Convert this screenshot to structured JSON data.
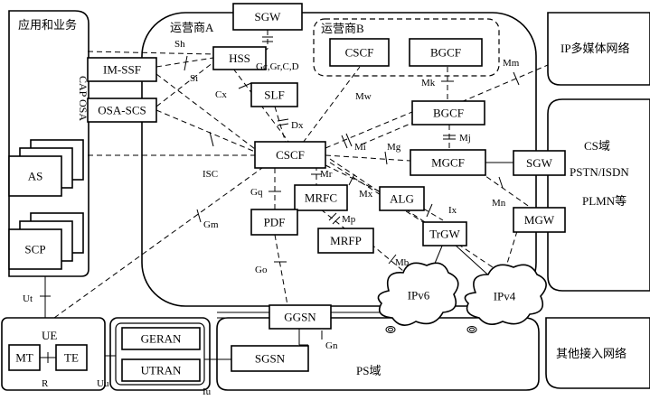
{
  "regions": {
    "apps": "应用和业务",
    "operator_a": "运营商A",
    "operator_b": "运营商B",
    "ip_multimedia": "IP多媒体网络",
    "cs_domain": "CS域",
    "pstn_isdn": "PSTN/ISDN",
    "plmn": "PLMN等",
    "other_access": "其他接入网络",
    "ps_domain": "PS域",
    "ue": "UE"
  },
  "side_labels": {
    "cap": "CAP",
    "osa": "OSA"
  },
  "nodes": {
    "sgw_top": "SGW",
    "hss": "HSS",
    "im_ssf": "IM-SSF",
    "osa_scs": "OSA-SCS",
    "as": "AS",
    "scp": "SCP",
    "cscf_b": "CSCF",
    "bgcf_b": "BGCF",
    "slf": "SLF",
    "bgcf": "BGCF",
    "cscf": "CSCF",
    "mgcf": "MGCF",
    "sgw_right": "SGW",
    "mgw": "MGW",
    "mrfc": "MRFC",
    "alg": "ALG",
    "pdf": "PDF",
    "mrfp": "MRFP",
    "trgw": "TrGW",
    "ggsn": "GGSN",
    "sgsn": "SGSN",
    "geran": "GERAN",
    "utran": "UTRAN",
    "mt": "MT",
    "te": "TE",
    "ipv6": "IPv6",
    "ipv4": "IPv4"
  },
  "interfaces": {
    "sh": "Sh",
    "si": "Si",
    "gc": "Gc,Gr,C,D",
    "cx": "Cx",
    "dx": "Dx",
    "mw": "Mw",
    "mm": "Mm",
    "mk": "Mk",
    "mj": "Mj",
    "mi": "Mi",
    "mg": "Mg",
    "mr": "Mr",
    "mx": "Mx",
    "mp": "Mp",
    "ix": "Ix",
    "mn": "Mn",
    "isc": "ISC",
    "gq": "Gq",
    "gm": "Gm",
    "go": "Go",
    "mb": "Mb",
    "gn": "Gn",
    "ut": "Ut",
    "uu": "Uu",
    "iu": "Iu",
    "r": "R"
  }
}
